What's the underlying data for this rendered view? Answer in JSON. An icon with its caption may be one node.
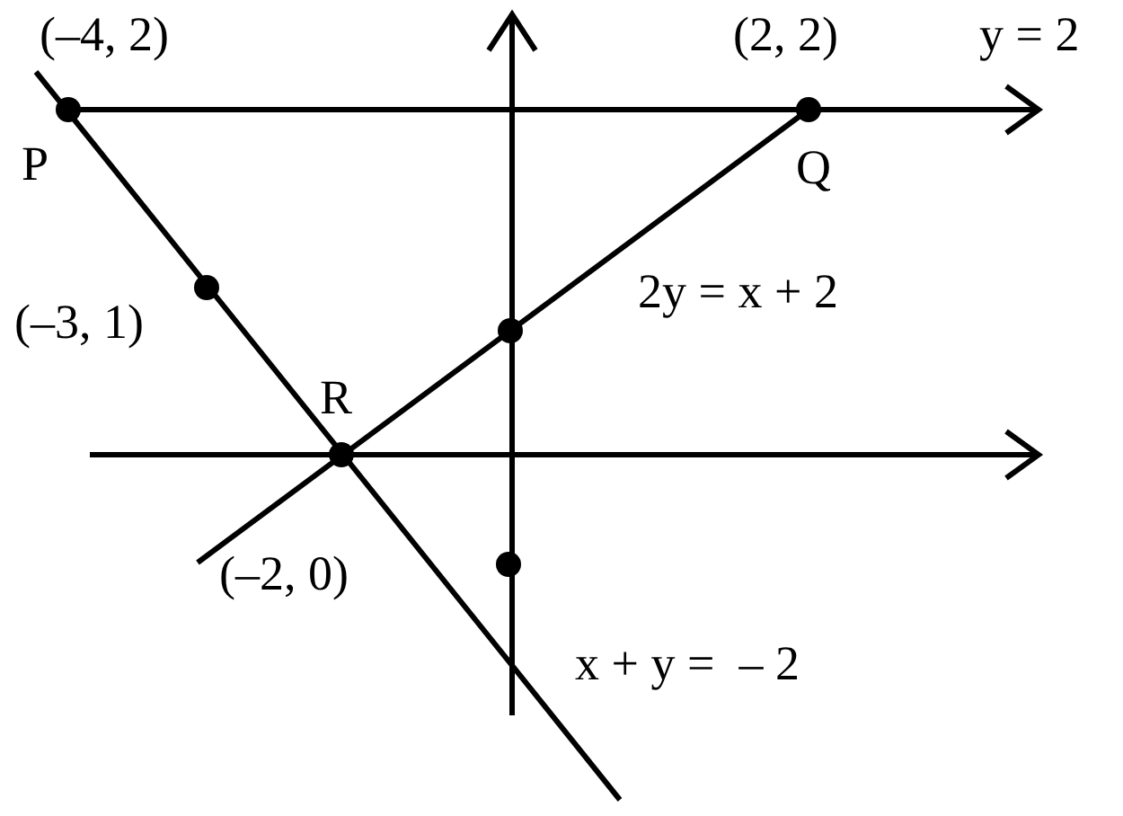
{
  "diagram": {
    "labels": [
      "(–4, 2)",
      "(2, 2)",
      "y = 2",
      "P",
      "Q",
      "(–3, 1)",
      "2y = x + 2",
      "R",
      "(–2, 0)",
      "x + y =  – 2"
    ]
  }
}
